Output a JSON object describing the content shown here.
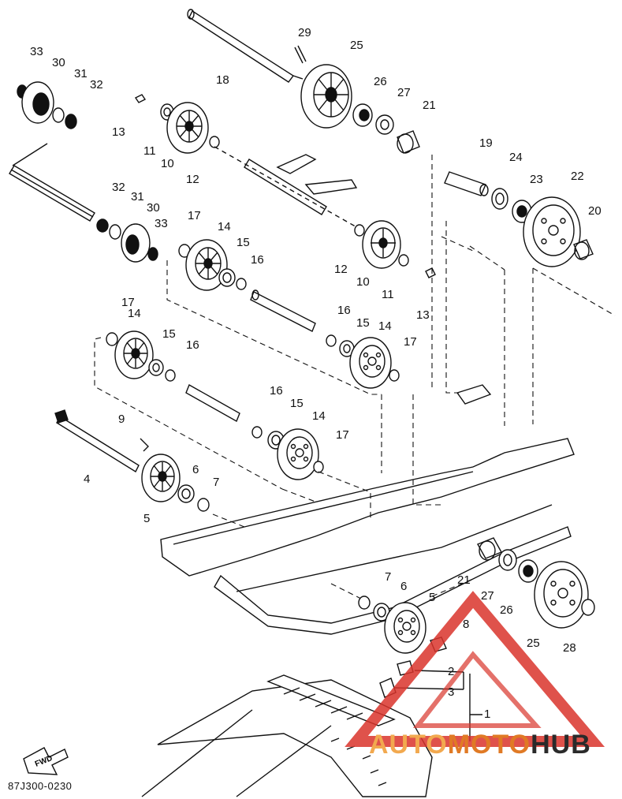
{
  "diagram": {
    "reference_code": "87J300-0230",
    "direction_label": "FWD",
    "callouts": [
      {
        "id": "c1",
        "label": "1"
      },
      {
        "id": "c2",
        "label": "2"
      },
      {
        "id": "c3",
        "label": "3"
      },
      {
        "id": "c4",
        "label": "4"
      },
      {
        "id": "c5a",
        "label": "5"
      },
      {
        "id": "c5b",
        "label": "5"
      },
      {
        "id": "c6a",
        "label": "6"
      },
      {
        "id": "c6b",
        "label": "6"
      },
      {
        "id": "c7a",
        "label": "7"
      },
      {
        "id": "c7b",
        "label": "7"
      },
      {
        "id": "c8",
        "label": "8"
      },
      {
        "id": "c9",
        "label": "9"
      },
      {
        "id": "c10a",
        "label": "10"
      },
      {
        "id": "c10b",
        "label": "10"
      },
      {
        "id": "c11a",
        "label": "11"
      },
      {
        "id": "c11b",
        "label": "11"
      },
      {
        "id": "c12a",
        "label": "12"
      },
      {
        "id": "c12b",
        "label": "12"
      },
      {
        "id": "c13a",
        "label": "13"
      },
      {
        "id": "c13b",
        "label": "13"
      },
      {
        "id": "c14a",
        "label": "14"
      },
      {
        "id": "c14b",
        "label": "14"
      },
      {
        "id": "c14c",
        "label": "14"
      },
      {
        "id": "c14d",
        "label": "14"
      },
      {
        "id": "c15a",
        "label": "15"
      },
      {
        "id": "c15b",
        "label": "15"
      },
      {
        "id": "c15c",
        "label": "15"
      },
      {
        "id": "c15d",
        "label": "15"
      },
      {
        "id": "c16a",
        "label": "16"
      },
      {
        "id": "c16b",
        "label": "16"
      },
      {
        "id": "c16c",
        "label": "16"
      },
      {
        "id": "c16d",
        "label": "16"
      },
      {
        "id": "c17a",
        "label": "17"
      },
      {
        "id": "c17b",
        "label": "17"
      },
      {
        "id": "c17c",
        "label": "17"
      },
      {
        "id": "c17d",
        "label": "17"
      },
      {
        "id": "c18",
        "label": "18"
      },
      {
        "id": "c19",
        "label": "19"
      },
      {
        "id": "c20",
        "label": "20"
      },
      {
        "id": "c21a",
        "label": "21"
      },
      {
        "id": "c21b",
        "label": "21"
      },
      {
        "id": "c22",
        "label": "22"
      },
      {
        "id": "c23",
        "label": "23"
      },
      {
        "id": "c24",
        "label": "24"
      },
      {
        "id": "c25a",
        "label": "25"
      },
      {
        "id": "c25b",
        "label": "25"
      },
      {
        "id": "c26a",
        "label": "26"
      },
      {
        "id": "c26b",
        "label": "26"
      },
      {
        "id": "c27a",
        "label": "27"
      },
      {
        "id": "c27b",
        "label": "27"
      },
      {
        "id": "c28",
        "label": "28"
      },
      {
        "id": "c29",
        "label": "29"
      },
      {
        "id": "c30a",
        "label": "30"
      },
      {
        "id": "c30b",
        "label": "30"
      },
      {
        "id": "c31a",
        "label": "31"
      },
      {
        "id": "c31b",
        "label": "31"
      },
      {
        "id": "c32a",
        "label": "32"
      },
      {
        "id": "c32b",
        "label": "32"
      },
      {
        "id": "c33a",
        "label": "33"
      },
      {
        "id": "c33b",
        "label": "33"
      }
    ]
  },
  "watermark": {
    "part1": "AUTO",
    "part2": "MOTO",
    "part3": "HUB"
  },
  "colors": {
    "line": "#111111",
    "watermark_red": "#d9342b",
    "watermark_orange": "#e07a25"
  }
}
